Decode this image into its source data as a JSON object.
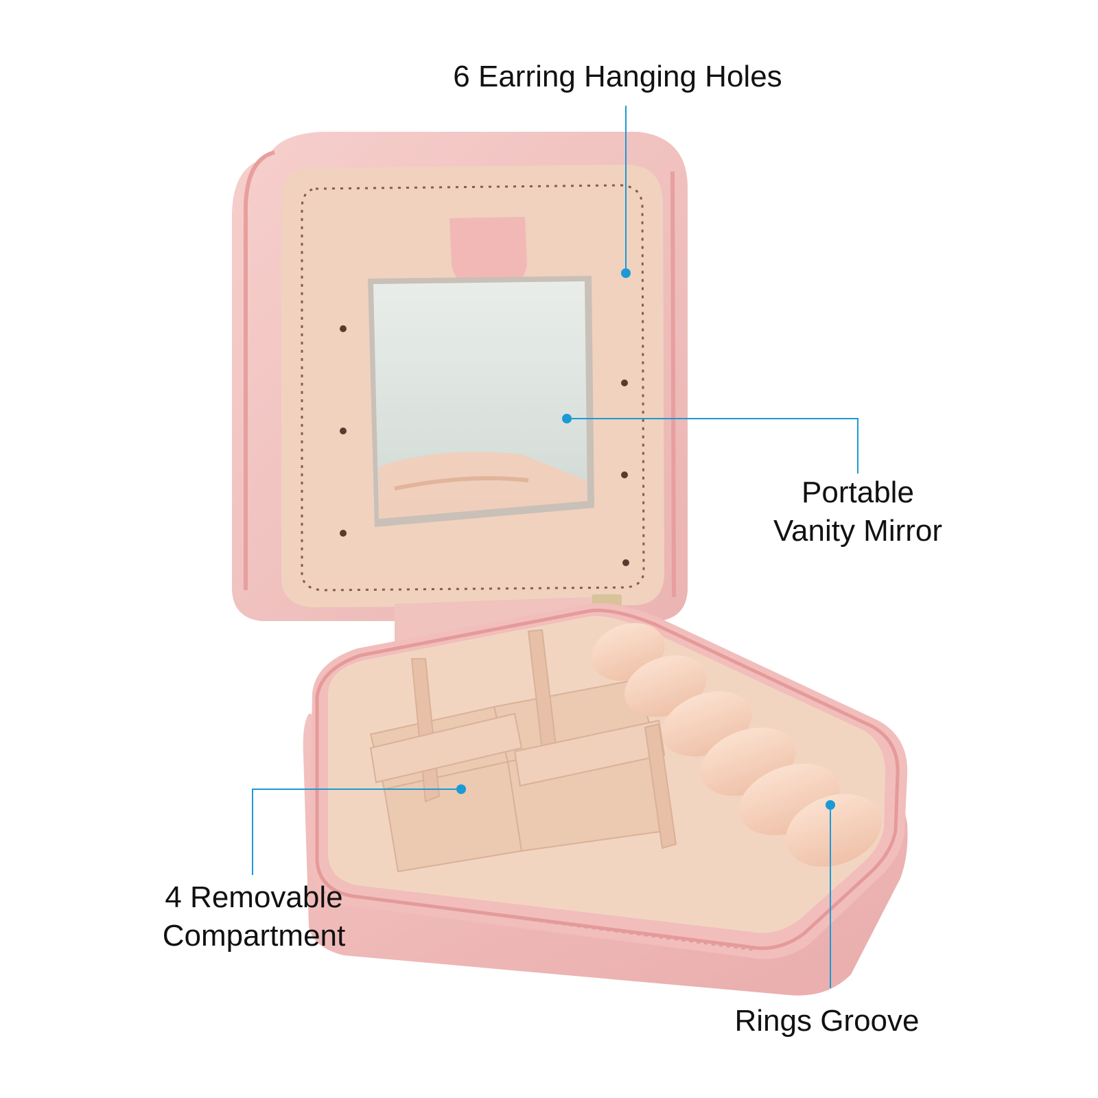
{
  "callouts": {
    "earring_holes": "6 Earring Hanging Holes",
    "vanity_mirror": {
      "line1": "Portable",
      "line2": "Vanity Mirror"
    },
    "compartment": {
      "line1": "4 Removable",
      "line2": "Compartment"
    },
    "rings_groove": "Rings Groove"
  },
  "colors": {
    "callout_accent": "#1a9ad6",
    "case_pink": "#f2c1c0",
    "lining_beige": "#f1d6c2",
    "ring_roll": "#f7d2bc",
    "mirror": "#dfe6e1"
  }
}
